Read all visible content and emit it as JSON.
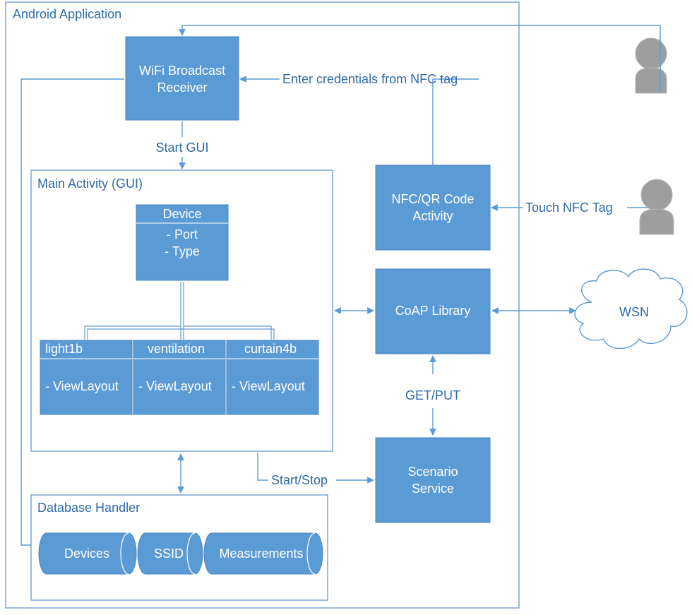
{
  "diagram": {
    "android_app_title": "Android Application",
    "wifi_receiver": [
      "WiFi Broadcast",
      "Receiver"
    ],
    "enter_credentials": "Enter credentials from NFC tag",
    "start_gui": "Start GUI",
    "main_activity_title": "Main Activity (GUI)",
    "device_class": {
      "name": "Device",
      "fields": [
        "- Port",
        "- Type"
      ]
    },
    "device_children": [
      {
        "name": "light1b",
        "field": "- ViewLayout"
      },
      {
        "name": "ventilation",
        "field": "- ViewLayout"
      },
      {
        "name": "curtain4b",
        "field": "- ViewLayout"
      }
    ],
    "nfc_activity": [
      "NFC/QR Code",
      "Activity"
    ],
    "touch_nfc_tag": "Touch NFC Tag",
    "coap_library": "CoAP Library",
    "wsn": "WSN",
    "get_put": "GET/PUT",
    "scenario_service": [
      "Scenario",
      "Service"
    ],
    "start_stop": "Start/Stop",
    "database_handler_title": "Database Handler",
    "db_tables": [
      "Devices",
      "SSID",
      "Measurements"
    ]
  },
  "colors": {
    "box_fill": "#5b9bd5",
    "frame_stroke": "#5b8fc4",
    "label_text": "#2e6aa8",
    "person_fill": "#9e9e9e"
  }
}
